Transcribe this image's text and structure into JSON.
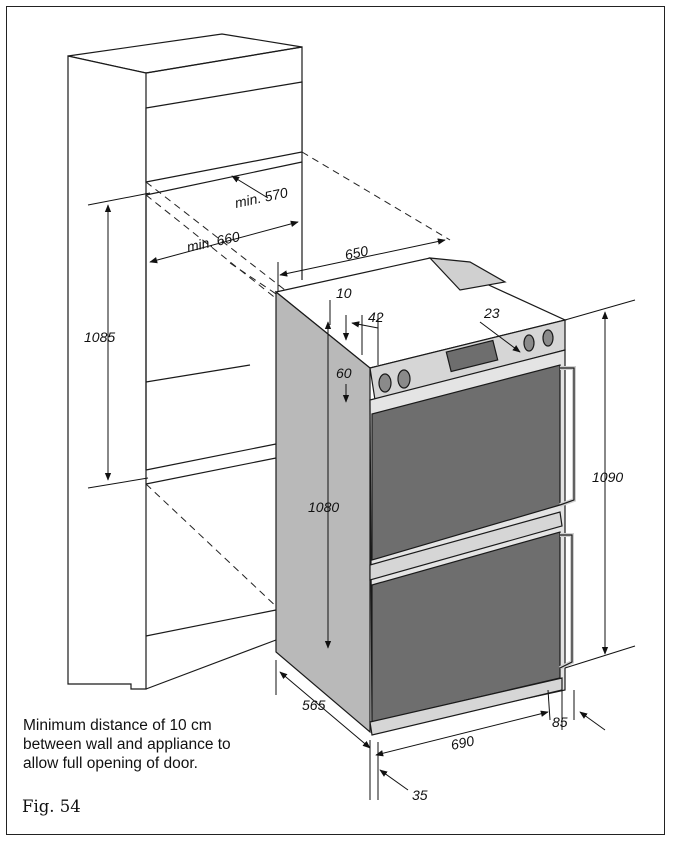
{
  "dimensions": {
    "min_570": "min. 570",
    "min_660": "min. 660",
    "d650": "650",
    "d10": "10",
    "d42": "42",
    "d23": "23",
    "d60": "60",
    "d1085": "1085",
    "d1080": "1080",
    "d1090": "1090",
    "d565": "565",
    "d690": "690",
    "d85": "85",
    "d35": "35"
  },
  "note": {
    "lines": [
      "Minimum distance of 10 cm",
      "between wall and appliance to",
      "allow full opening of door."
    ]
  },
  "figure_label": "Fig. 54",
  "colors": {
    "line": "#1a1a1a",
    "door_glass": "#6e6e6e",
    "side_panel": "#b9b9b9",
    "steel": "#d6d6d6"
  }
}
